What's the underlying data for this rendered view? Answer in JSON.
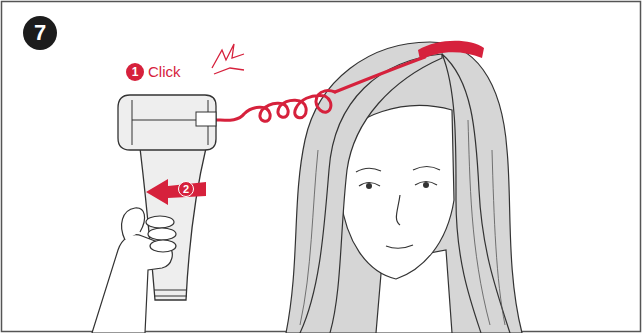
{
  "diagram": {
    "nodes": [
      {
        "text": [
          "7"
        ]
      },
      {
        "text": [
          "1"
        ]
      },
      {
        "text": [
          "2"
        ]
      }
    ],
    "labels": [
      "Click"
    ]
  }
}
